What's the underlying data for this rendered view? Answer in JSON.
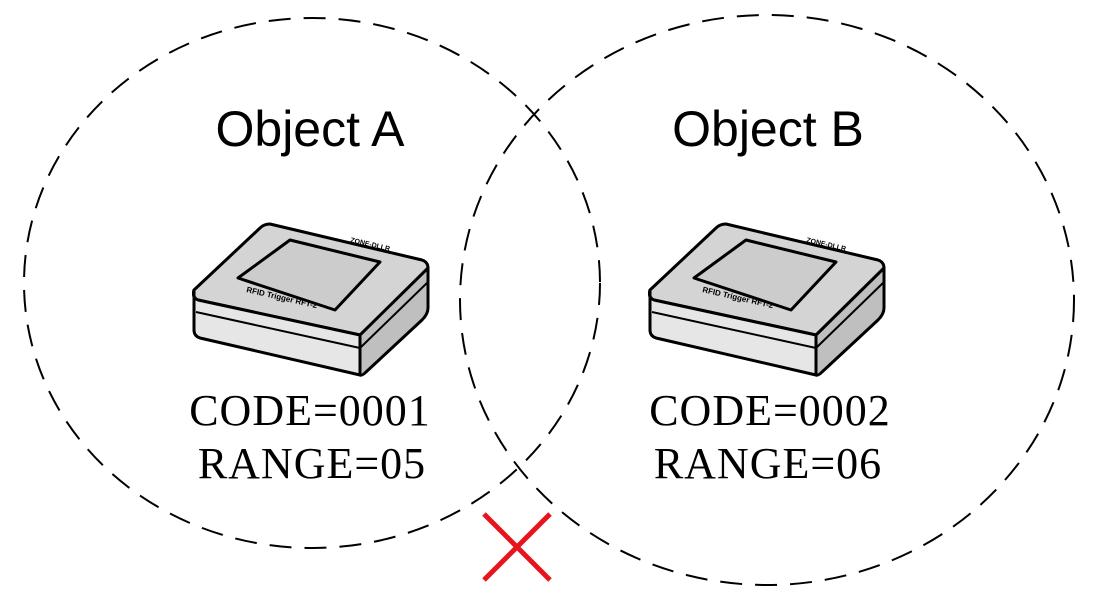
{
  "objects": [
    {
      "title": "Object A",
      "code": "CODE=0001",
      "range": "RANGE=05",
      "device": {
        "top_text": "ZONE-DLLR",
        "front_text": "RFID Trigger RFT-2"
      }
    },
    {
      "title": "Object B",
      "code": "CODE=0002",
      "range": "RANGE=06",
      "device": {
        "top_text": "ZONE-DLLR",
        "front_text": "RFID Trigger RFT-2"
      }
    }
  ],
  "overlap_marker": {
    "icon": "cross-icon",
    "color": "#e8141b"
  },
  "colors": {
    "stroke": "#000000",
    "background": "#ffffff"
  }
}
